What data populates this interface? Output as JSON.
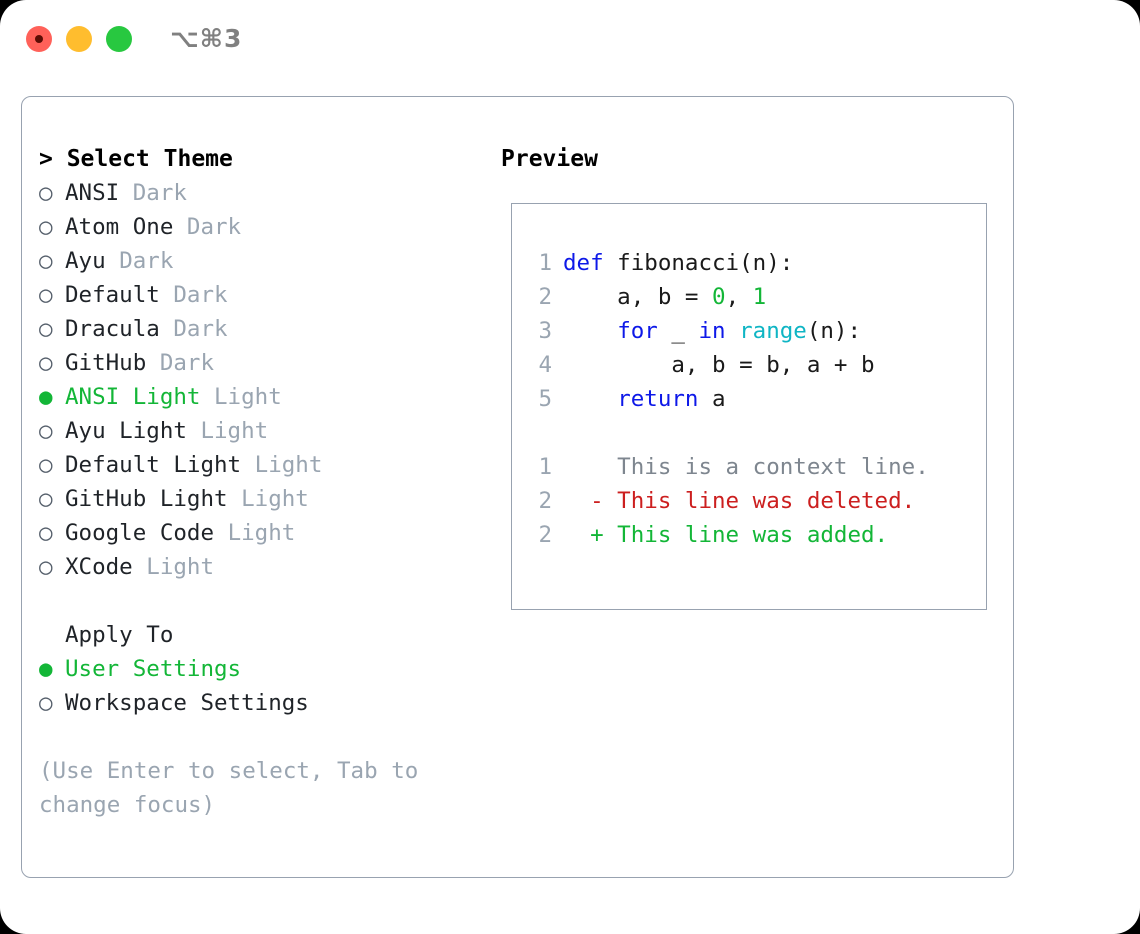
{
  "titlebar": {
    "shortcut": "⌥⌘3",
    "buttons": {
      "close": "close-button",
      "minimize": "minimize-button",
      "zoom": "zoom-button"
    }
  },
  "theme_picker": {
    "header": "> Select Theme",
    "bullet_selected": "●",
    "bullet_unselected": "○",
    "items": [
      {
        "name": "ANSI",
        "variant": "Dark",
        "selected": false
      },
      {
        "name": "Atom One",
        "variant": "Dark",
        "selected": false
      },
      {
        "name": "Ayu",
        "variant": "Dark",
        "selected": false
      },
      {
        "name": "Default",
        "variant": "Dark",
        "selected": false
      },
      {
        "name": "Dracula",
        "variant": "Dark",
        "selected": false
      },
      {
        "name": "GitHub",
        "variant": "Dark",
        "selected": false
      },
      {
        "name": "ANSI Light",
        "variant": "Light",
        "selected": true
      },
      {
        "name": "Ayu Light",
        "variant": "Light",
        "selected": false
      },
      {
        "name": "Default Light",
        "variant": "Light",
        "selected": false
      },
      {
        "name": "GitHub Light",
        "variant": "Light",
        "selected": false
      },
      {
        "name": "Google Code",
        "variant": "Light",
        "selected": false
      },
      {
        "name": "XCode",
        "variant": "Light",
        "selected": false
      }
    ]
  },
  "apply_to": {
    "header": "Apply To",
    "options": [
      {
        "label": "User Settings",
        "selected": true
      },
      {
        "label": "Workspace Settings",
        "selected": false
      }
    ]
  },
  "hint": "(Use Enter to select, Tab to change focus)",
  "preview": {
    "title": "Preview",
    "code": [
      {
        "lineno": "1",
        "tokens": [
          {
            "t": "def",
            "c": "kw"
          },
          {
            "t": " fibonacci(n):",
            "c": "plain"
          }
        ]
      },
      {
        "lineno": "2",
        "tokens": [
          {
            "t": "    a, b = ",
            "c": "plain"
          },
          {
            "t": "0",
            "c": "num"
          },
          {
            "t": ", ",
            "c": "plain"
          },
          {
            "t": "1",
            "c": "num"
          }
        ]
      },
      {
        "lineno": "3",
        "tokens": [
          {
            "t": "    ",
            "c": "plain"
          },
          {
            "t": "for",
            "c": "kw"
          },
          {
            "t": " _ ",
            "c": "plain"
          },
          {
            "t": "in",
            "c": "kw"
          },
          {
            "t": " ",
            "c": "plain"
          },
          {
            "t": "range",
            "c": "fn"
          },
          {
            "t": "(n):",
            "c": "plain"
          }
        ]
      },
      {
        "lineno": "4",
        "tokens": [
          {
            "t": "        a, b = b, a + b",
            "c": "plain"
          }
        ]
      },
      {
        "lineno": "5",
        "tokens": [
          {
            "t": "    ",
            "c": "plain"
          },
          {
            "t": "return",
            "c": "kw"
          },
          {
            "t": " a",
            "c": "plain"
          }
        ]
      }
    ],
    "diff": [
      {
        "lineno": "1",
        "marker": "  ",
        "text": "This is a context line.",
        "kind": "diff-ctx"
      },
      {
        "lineno": "2",
        "marker": "- ",
        "text": "This line was deleted.",
        "kind": "diff-del"
      },
      {
        "lineno": "2",
        "marker": "+ ",
        "text": "This line was added.",
        "kind": "diff-add"
      }
    ]
  },
  "colors": {
    "accent_green": "#13b637",
    "muted": "#9aa5b1",
    "border": "#98a2b0",
    "keyword_blue": "#0e19e8",
    "function_cyan": "#0fb5c4",
    "diff_delete_red": "#cc1f1f",
    "diff_add_green": "#13b637",
    "traffic_red": "#ff6159",
    "traffic_amber": "#ffbd2e",
    "traffic_green": "#28c840"
  }
}
